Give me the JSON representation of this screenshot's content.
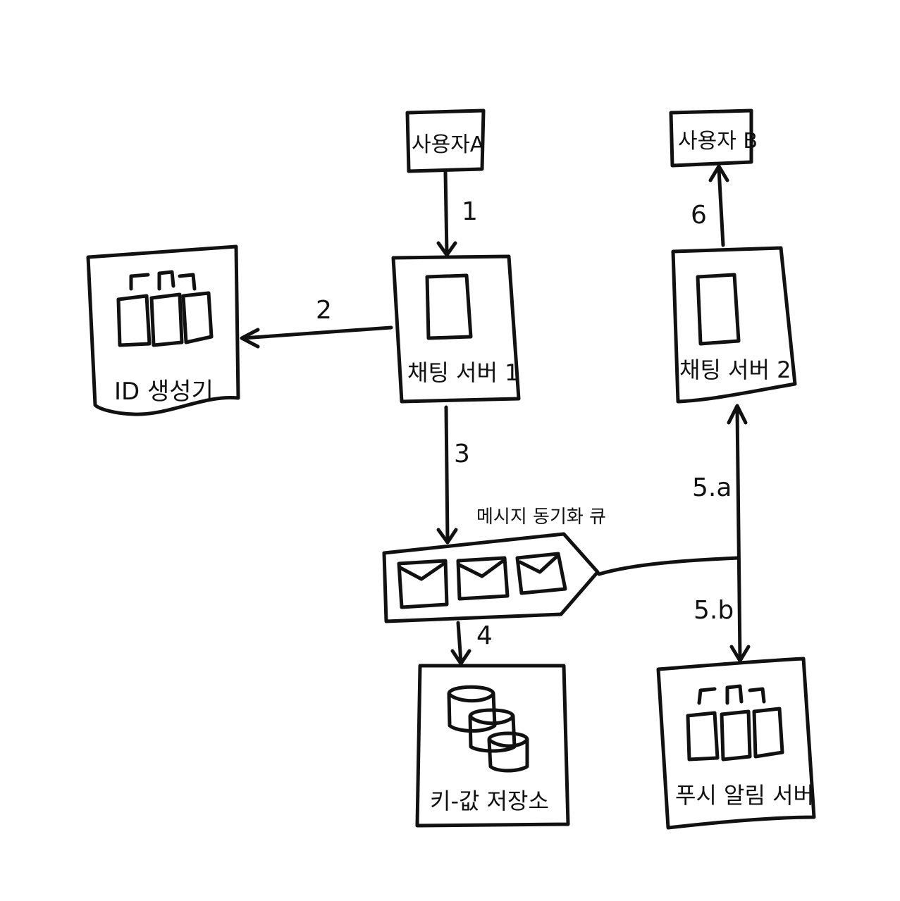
{
  "nodes": {
    "user_a": "사용자A",
    "user_b": "사용자 B",
    "chat_server_1": "채팅 서버 1",
    "chat_server_2": "채팅 서버 2",
    "id_generator": "ID 생성기",
    "message_queue": "메시지 동기화 큐",
    "kv_store": "키-값 저장소",
    "push_server": "푸시 알림 서버"
  },
  "steps": {
    "s1": "1",
    "s2": "2",
    "s3": "3",
    "s4": "4",
    "s5a": "5.a",
    "s5b": "5.b",
    "s6": "6"
  },
  "style": {
    "ink": "#111111",
    "background": "#ffffff"
  }
}
